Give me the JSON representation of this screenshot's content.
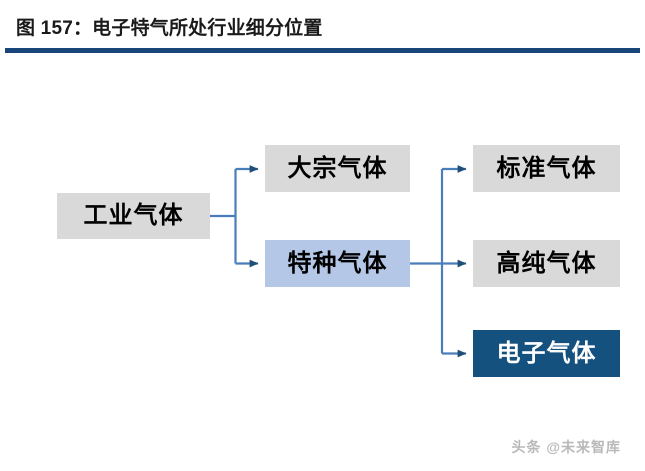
{
  "figure": {
    "title": "图 157：电子特气所处行业细分位置",
    "rule_color": "#18467A"
  },
  "diagram": {
    "type": "hierarchy-flowchart",
    "connector_color": "#4A7EBB",
    "arrowhead_color": "#1F4E79",
    "nodes": [
      {
        "id": "industrial-gas",
        "label": "工业气体",
        "level": 1,
        "style": "gray",
        "fill": "#D9D9D9",
        "text_color": "#000000"
      },
      {
        "id": "bulk-gas",
        "label": "大宗气体",
        "level": 2,
        "style": "gray",
        "fill": "#D9D9D9",
        "text_color": "#000000"
      },
      {
        "id": "specialty-gas",
        "label": "特种气体",
        "level": 2,
        "style": "blue",
        "fill": "#B4C7E7",
        "text_color": "#000000"
      },
      {
        "id": "standard-gas",
        "label": "标准气体",
        "level": 3,
        "style": "gray",
        "fill": "#D9D9D9",
        "text_color": "#000000"
      },
      {
        "id": "high-purity-gas",
        "label": "高纯气体",
        "level": 3,
        "style": "gray",
        "fill": "#D9D9D9",
        "text_color": "#000000"
      },
      {
        "id": "electronic-gas",
        "label": "电子气体",
        "level": 3,
        "style": "navy",
        "fill": "#15517F",
        "text_color": "#FFFFFF"
      }
    ],
    "edges": [
      {
        "from": "industrial-gas",
        "to": "bulk-gas"
      },
      {
        "from": "industrial-gas",
        "to": "specialty-gas"
      },
      {
        "from": "specialty-gas",
        "to": "standard-gas"
      },
      {
        "from": "specialty-gas",
        "to": "high-purity-gas"
      },
      {
        "from": "specialty-gas",
        "to": "electronic-gas"
      }
    ]
  },
  "watermark": {
    "text": "头条 @未来智库"
  }
}
